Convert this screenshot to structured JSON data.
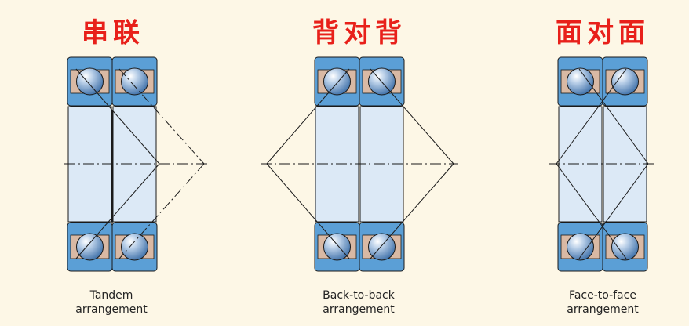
{
  "panels": [
    {
      "id": "tandem",
      "title": "串联",
      "caption_line1": "Tandem",
      "caption_line2": "arrangement"
    },
    {
      "id": "back-to-back",
      "title": "背对背",
      "caption_line1": "Back-to-back",
      "caption_line2": "arrangement"
    },
    {
      "id": "face-to-face",
      "title": "面对面",
      "caption_line1": "Face-to-face",
      "caption_line2": "arrangement"
    }
  ],
  "colors": {
    "background": "#fdf7e6",
    "title_red": "#e8201a",
    "ring_blue": "#5b9fd6",
    "bore_blue": "#dce9f6",
    "cage_tan": "#d9b9a4",
    "ball_blue": "#8fb0d6",
    "line": "#1a1a1a"
  }
}
